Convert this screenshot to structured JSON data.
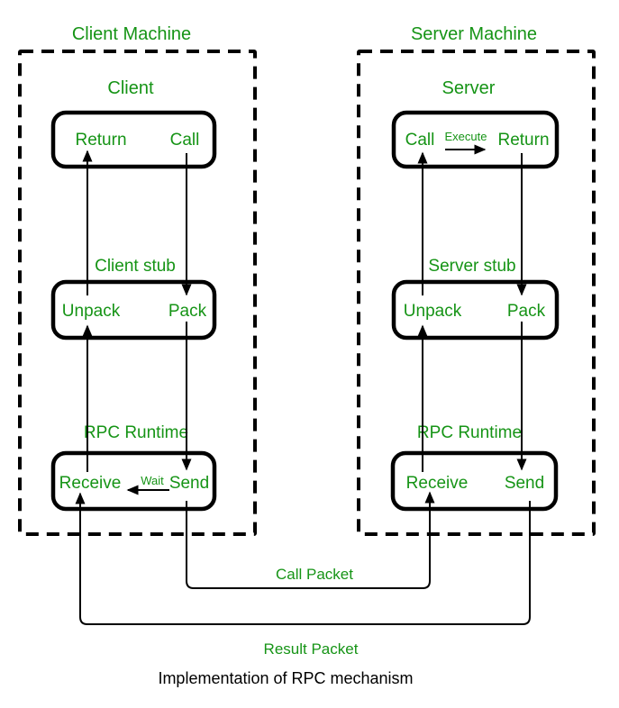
{
  "diagram": {
    "caption": "Implementation of RPC mechanism",
    "call_packet_label": "Call Packet",
    "result_packet_label": "Result Packet"
  },
  "client": {
    "title": "Client Machine",
    "app_label": "Client",
    "app_left": "Return",
    "app_right": "Call",
    "stub_label": "Client stub",
    "stub_left": "Unpack",
    "stub_right": "Pack",
    "runtime_label": "RPC Runtime",
    "runtime_left": "Receive",
    "runtime_right": "Send",
    "wait_label": "Wait"
  },
  "server": {
    "title": "Server Machine",
    "app_label": "Server",
    "app_left": "Call",
    "app_middle": "Execute",
    "app_right": "Return",
    "stub_label": "Server stub",
    "stub_left": "Unpack",
    "stub_right": "Pack",
    "runtime_label": "RPC Runtime",
    "runtime_left": "Receive",
    "runtime_right": "Send"
  },
  "colors": {
    "accent_green": "#169416",
    "line_black": "#000000",
    "background": "#ffffff"
  }
}
